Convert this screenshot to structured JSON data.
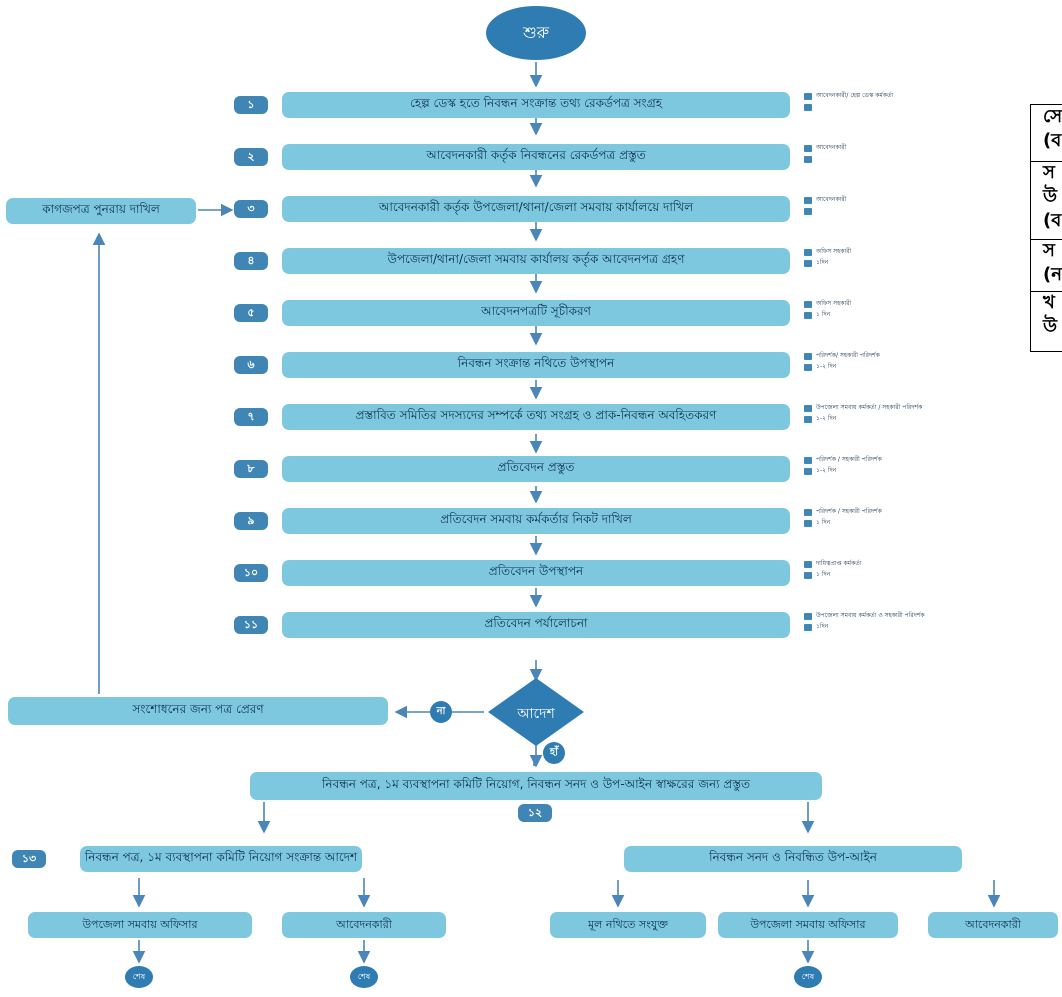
{
  "start": "শুরু",
  "steps": [
    {
      "num": "১",
      "text": "হেল্প ডেস্ক হতে নিবন্ধন সংক্রান্ত তথ্য রেকর্ডপত্র সংগ্রহ",
      "who": "আবেদনকারী/ হেল্প ডেস্ক কর্মকর্তা",
      "time": ""
    },
    {
      "num": "২",
      "text": "আবেদনকারী কর্তৃক নিবন্ধনের রেকর্ডপত্র প্রস্তুত",
      "who": "আবেদনকারী",
      "time": ""
    },
    {
      "num": "৩",
      "text": "আবেদনকারী কর্তৃক উপজেলা/থানা/জেলা সমবায় কার্যালয়ে দাখিল",
      "who": "আবেদনকারী",
      "time": ""
    },
    {
      "num": "৪",
      "text": "উপজেলা/থানা/জেলা সমবায় কার্যালয় কর্তৃক আবেদনপত্র গ্রহণ",
      "who": "অফিস সহকারী",
      "time": "১দিন"
    },
    {
      "num": "৫",
      "text": "আবেদনপত্রটি সূচীকরণ",
      "who": "অফিস সহকারী",
      "time": "১ দিন"
    },
    {
      "num": "৬",
      "text": "নিবন্ধন সংক্রান্ত নথিতে উপস্থাপন",
      "who": "পরিদর্শক/ সহকারী পরিদর্শক",
      "time": "১-২ দিন"
    },
    {
      "num": "৭",
      "text": "প্রস্তাবিত সমিতির সদস্যদের সম্পর্কে তথ্য সংগ্রহ ও প্রাক-নিবন্ধন অবহিতকরণ",
      "who": "উপজেলা সমবায় কর্মকর্তা / সহকারী পরিদর্শক",
      "time": "১-২ দিন"
    },
    {
      "num": "৮",
      "text": "প্রতিবেদন প্রস্তুত",
      "who": "পরিদর্শক / সহকারী পরিদর্শক",
      "time": "১-২ দিন"
    },
    {
      "num": "৯",
      "text": "প্রতিবেদন সমবায় কর্মকর্তার নিকট দাখিল",
      "who": "পরিদর্শক / সহকারী পরিদর্শক",
      "time": "১ দিন"
    },
    {
      "num": "১০",
      "text": "প্রতিবেদন উপস্থাপন",
      "who": "দায়িত্বপ্রাপ্ত কর্মকর্তা",
      "time": "১ দিন"
    },
    {
      "num": "১১",
      "text": "প্রতিবেদন পর্যালোচনা",
      "who": "উপজেলা সমবায় কর্মকর্তা ও সহকারী পরিদর্শক",
      "time": "১দিন"
    }
  ],
  "resubmit": "কাগজপত্র পুনরায় দাখিল",
  "decision": "আদেশ",
  "no_label": "না",
  "yes_label": "হাঁ",
  "correction": "সংশোধনের জন্য পত্র প্রেরণ",
  "step12": {
    "num": "১২",
    "text": "নিবন্ধন পত্র, ১ম ব্যবস্থাপনা কমিটি নিয়োগ, নিবন্ধন সনদ ও উপ-আইন স্বাক্ষরের জন্য প্রস্তুত"
  },
  "step13": {
    "num": "১৩",
    "text": "নিবন্ধন পত্র, ১ম ব্যবস্থাপনা কমিটি নিয়োগ সংক্রান্ত আদেশ"
  },
  "right_branch": "নিবন্ধন সনদ ও নিবন্ধিত উপ-আইন",
  "leaves": [
    "উপজেলা সমবায় অফিসার",
    "আবেদনকারী",
    "মূল নথিতে সংযুক্ত",
    "উপজেলা সমবায় অফিসার",
    "আবেদনকারী"
  ],
  "end": "শেষ",
  "table_fragments": [
    "সে",
    "(ব",
    "স",
    "উ",
    "(ব",
    "স",
    "(ন",
    "খ",
    "উ"
  ],
  "colors": {
    "bar": "#7ec8df",
    "badge": "#3f86b4",
    "circle": "#2e7cb2",
    "line": "#4a86b8"
  }
}
